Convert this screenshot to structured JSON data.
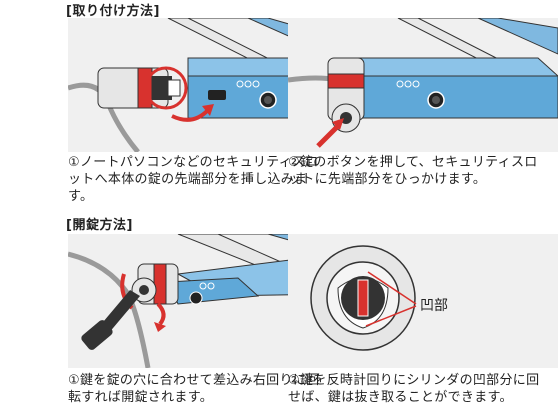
{
  "section1": {
    "title": "[取り付け方法]",
    "step1": {
      "number": "①",
      "text": "ノートパソコンなどのセキュリティスロットへ本体の錠の先端部分を挿し込みます。"
    },
    "step2": {
      "number": "②",
      "text": "錠のボタンを押して、セキュリティスロットに先端部分をひっかけます。"
    }
  },
  "section2": {
    "title": "[開錠方法]",
    "step1": {
      "number": "①",
      "text": "鍵を錠の穴に合わせて差込み右回りに回転すれば開錠されます。"
    },
    "step2": {
      "number": "②",
      "text": "鍵を反時計回りにシリンダの凹部分に回せば、鍵は抜き取ることができます。"
    },
    "callout": "凹部"
  },
  "colors": {
    "panel_bg": "#f0f0f0",
    "laptop_blue": "#5fa8d8",
    "lock_red": "#d8322e",
    "cable_gray": "#9a9a9a"
  }
}
